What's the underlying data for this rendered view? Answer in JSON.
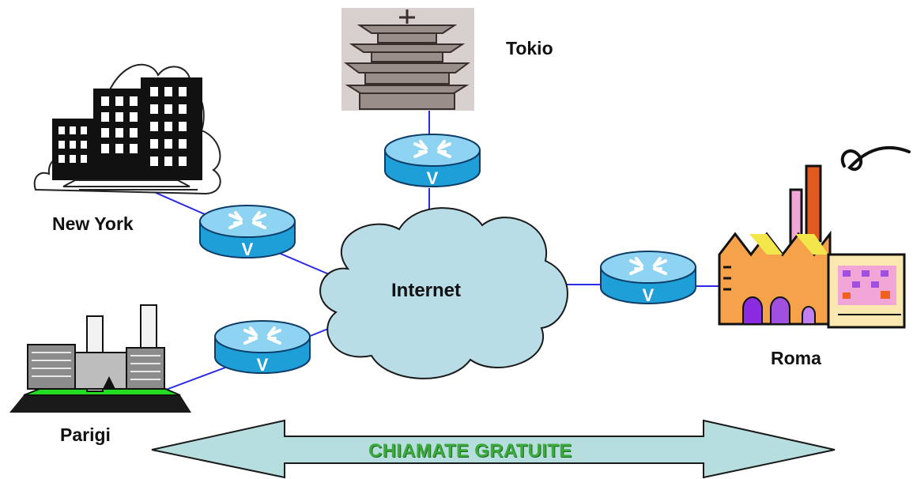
{
  "labels": {
    "tokio": "Tokio",
    "new_york": "New York",
    "internet": "Internet",
    "roma": "Roma",
    "parigi": "Parigi"
  },
  "banner": {
    "text": "CHIAMATE GRATUITE"
  },
  "colors": {
    "link": "#2a2ae6",
    "router_body": "#1e9fd8",
    "router_top": "#8fd3f2",
    "cloud": "#b8dde6",
    "banner_fill": "#b6dede",
    "banner_text": "#3caa3c"
  }
}
